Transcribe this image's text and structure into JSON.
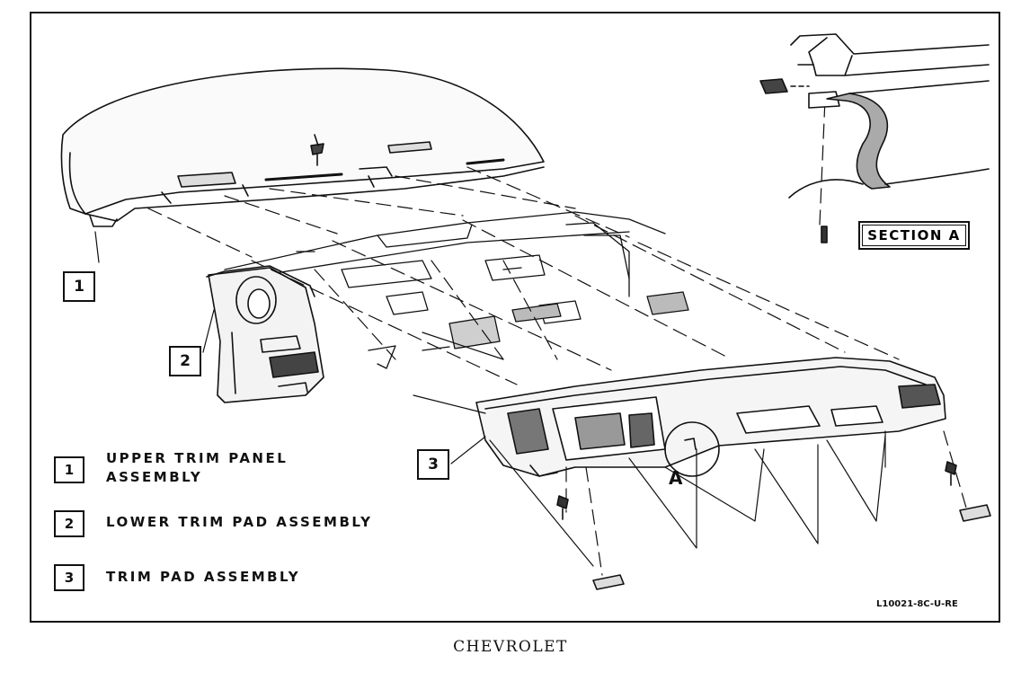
{
  "diagram": {
    "section_label": "SECTION A",
    "detail_label": "A",
    "figure_id": "L10021-8C-U-RE",
    "callouts": [
      {
        "number": "1"
      },
      {
        "number": "2"
      },
      {
        "number": "3"
      }
    ],
    "legend": [
      {
        "number": "1",
        "text": "UPPER TRIM PANEL\nASSEMBLY"
      },
      {
        "number": "2",
        "text": "LOWER TRIM PAD ASSEMBLY"
      },
      {
        "number": "3",
        "text": "TRIM PAD ASSEMBLY"
      }
    ]
  },
  "caption": "CHEVROLET"
}
